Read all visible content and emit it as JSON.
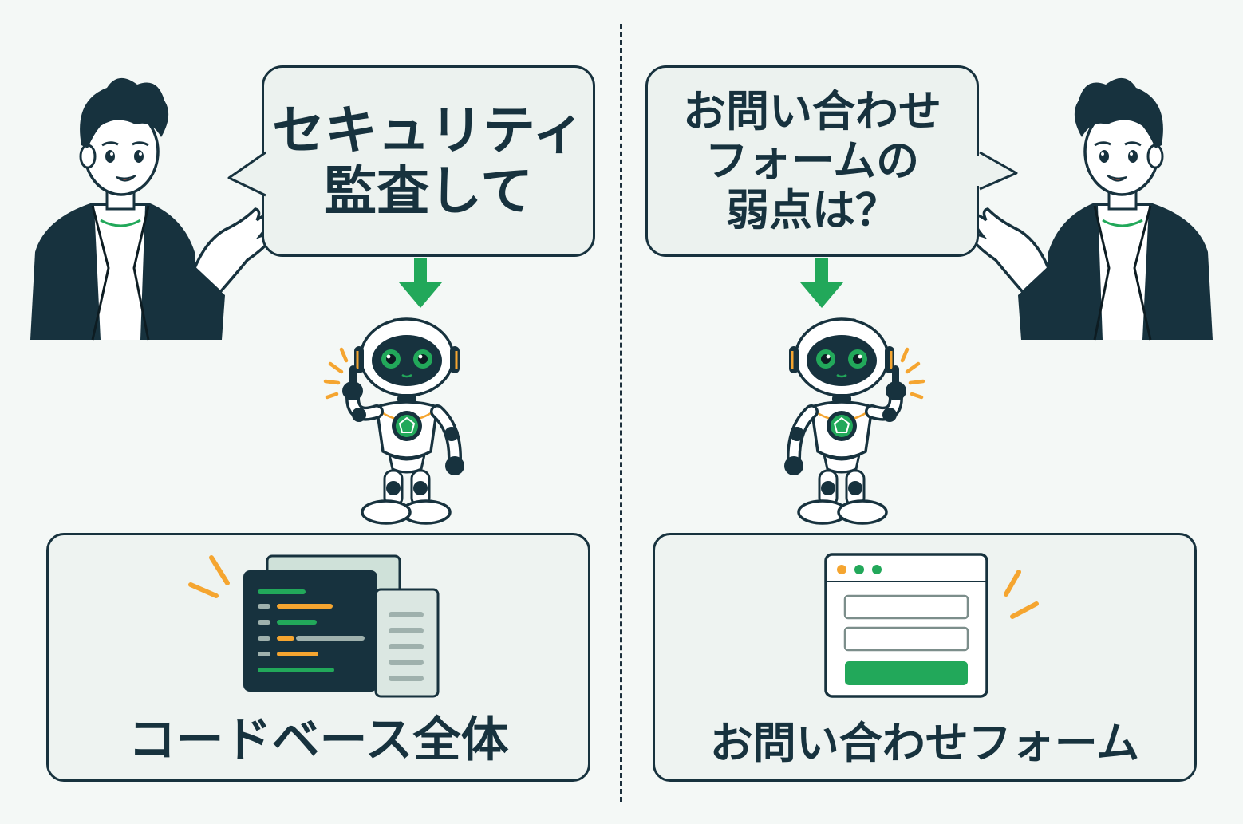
{
  "left": {
    "request_lines": [
      "セキュリティ",
      "監査して"
    ],
    "target_label": "コードベース全体"
  },
  "right": {
    "request_lines": [
      "お問い合わせ",
      "フォームの",
      "弱点は？"
    ],
    "target_label": "お問い合わせフォーム"
  },
  "colors": {
    "navy": "#17323e",
    "green": "#22a85a",
    "orange": "#f5a530",
    "background": "#f4f8f6",
    "bubble": "#ecf2ef"
  },
  "icons": {
    "person": "person-icon",
    "robot": "robot-icon",
    "arrow": "arrow-down-icon",
    "code_window": "code-window-icon",
    "form_window": "form-window-icon"
  }
}
